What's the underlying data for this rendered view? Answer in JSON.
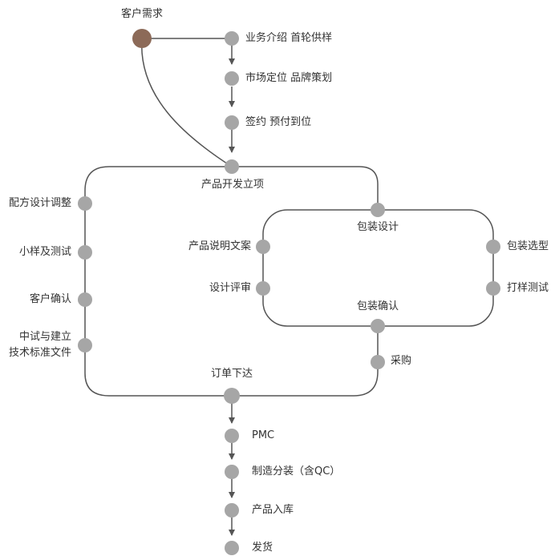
{
  "colors": {
    "line": "#555555",
    "node": "#a6a6a6",
    "start_node": "#8c6a58",
    "text": "#333333"
  },
  "flow": {
    "start": "客户需求",
    "top_steps": [
      "业务介绍  首轮供样",
      "市场定位  品牌策划",
      "签约  预付到位"
    ],
    "project_node": "产品开发立项",
    "left_branch": [
      "配方设计调整",
      "小样及测试",
      "客户确认",
      "中试与建立\n技术标准文件"
    ],
    "packaging_design": "包装设计",
    "packaging_left": [
      "产品说明文案",
      "设计评审"
    ],
    "packaging_right": [
      "包装选型",
      "打样测试"
    ],
    "packaging_confirm": "包装确认",
    "purchase": "采购",
    "order_node": "订单下达",
    "bottom_steps": [
      "PMC",
      "制造分装（含QC）",
      "产品入库",
      "发货"
    ]
  }
}
